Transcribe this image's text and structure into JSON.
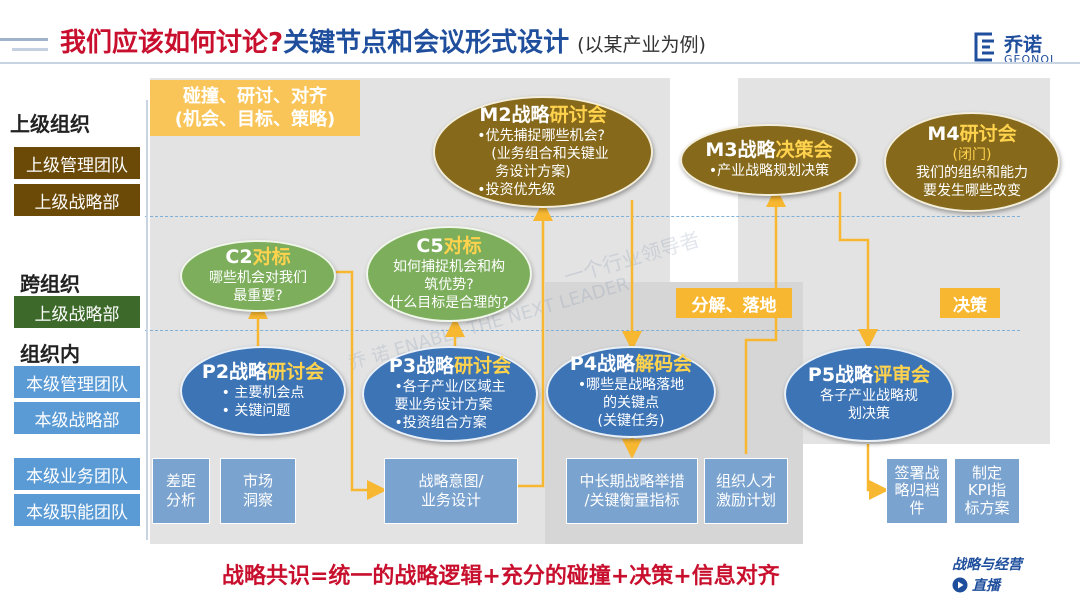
{
  "header": {
    "title_red": "我们应该如何讨论?",
    "title_blue": "关键节点和会议形式设计",
    "title_note": "(以某产业为例)",
    "logo_name": "乔诺",
    "logo_sub": "GEONOL"
  },
  "sidebar": {
    "upper_org": "上级组织",
    "upper_team": "上级管理团队",
    "upper_strategy": "上级战略部",
    "cross_org": "跨组织",
    "cross_strategy": "上级战略部",
    "within_org": "组织内",
    "local_team": "本级管理团队",
    "local_strategy": "本级战略部",
    "business_team": "本级业务团队",
    "function_team": "本级职能团队"
  },
  "top_tag": {
    "line1": "碰撞、研讨、对齐",
    "line2": "(机会、目标、策略)"
  },
  "tags": {
    "decompose": "分解、落地",
    "decide": "决策"
  },
  "nodes": {
    "m2": {
      "code": "M2战略",
      "accent": "研讨会",
      "items": [
        "•优先捕捉哪些机会?",
        "(业务组合和关键业",
        "务设计方案)",
        "•投资优先级"
      ]
    },
    "m3": {
      "code": "M3战略",
      "accent": "决策会",
      "items": [
        "•产业战略规划决策"
      ]
    },
    "m4": {
      "code": "M4",
      "accent": "研讨会",
      "items": [
        "(闭门)",
        "我们的组织和能力",
        "要发生哪些改变"
      ]
    },
    "c2": {
      "code": "C2",
      "accent": "对标",
      "items": [
        "哪些机会对我们",
        "最重要?"
      ]
    },
    "c5": {
      "code": "C5",
      "accent": "对标",
      "items": [
        "如何捕捉机会和构",
        "筑优势?",
        "什么目标是合理的?"
      ]
    },
    "p2": {
      "code": "P2战略",
      "accent": "研讨会",
      "items": [
        "•  主要机会点",
        "•  关键问题"
      ]
    },
    "p3": {
      "code": "P3战略",
      "accent": "研讨会",
      "items": [
        "•各子产业/区域主",
        "要业务设计方案",
        "•投资组合方案"
      ]
    },
    "p4": {
      "code": "P4战略",
      "accent": "解码会",
      "items": [
        "•哪些是战略落地",
        "的关键点",
        "(关键任务)"
      ]
    },
    "p5": {
      "code": "P5战略",
      "accent": "评审会",
      "items": [
        "各子产业战略规",
        "划决策"
      ]
    }
  },
  "boxes": {
    "gap": [
      "差距",
      "分析"
    ],
    "market": [
      "市场",
      "洞察"
    ],
    "intent": [
      "战略意图/",
      "业务设计"
    ],
    "midlong": [
      "中长期战略举措",
      "/关键衡量指标"
    ],
    "talent": [
      "组织人才",
      "激励计划"
    ],
    "sign": [
      "签署战",
      "略归档",
      "件"
    ],
    "kpi": [
      "制定",
      "KPI指",
      "标方案"
    ]
  },
  "footer": {
    "slogan": "战略共识=统一的战略逻辑+充分的碰撞+决策+信息对齐",
    "brand_line1": "战略与经营",
    "brand_line2": "直播"
  },
  "watermark": {
    "text": "一个行业领导者",
    "text2": "乔 诺  ENABLE THE NEXT LEADER"
  },
  "colors": {
    "title_red": "#c8102e",
    "title_blue": "#1f4e9c",
    "brown": "#86691a",
    "green": "#7dae5c",
    "blue": "#3d74b6",
    "orange": "#f7b731"
  }
}
